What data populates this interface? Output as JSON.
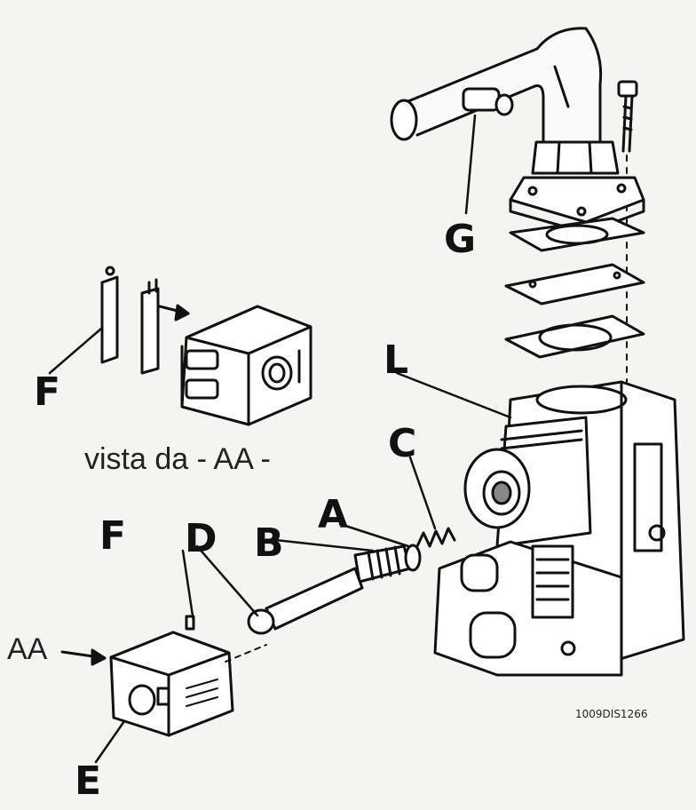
{
  "diagram": {
    "labels": {
      "G": "G",
      "L": "L",
      "C": "C",
      "A": "A",
      "B": "B",
      "D": "D",
      "F_top": "F",
      "F_bottom": "F",
      "E": "E",
      "AA": "AA"
    },
    "caption": "vista da - AA -",
    "figure_code": "1009DIS1266"
  }
}
